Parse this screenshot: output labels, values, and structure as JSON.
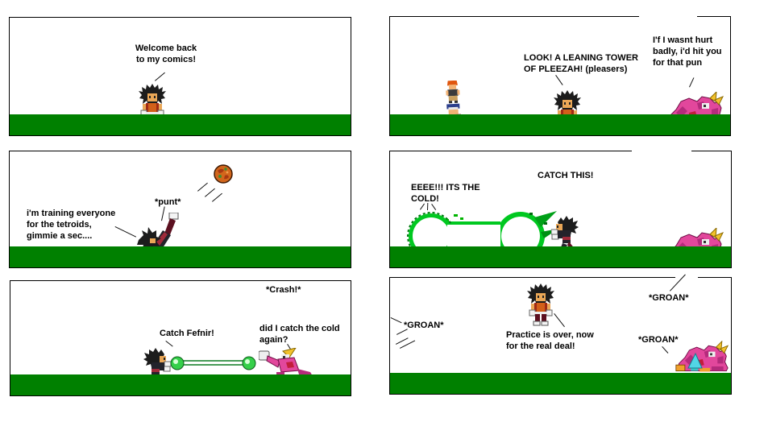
{
  "page": {
    "background": "#ffffff"
  },
  "colors": {
    "ground_green": "#008000",
    "panel_border": "#000000",
    "beam_green": "#00c820",
    "beam_green_dark": "#00a018",
    "blast_green": "#35cf4a",
    "fefnir_pink": "#e2479c",
    "fefnir_dark": "#6d0e45",
    "horn_yellow": "#f2c12c",
    "hero_shirt_orange": "#d2601a",
    "hero_pants_maroon": "#5c1020",
    "hair_black": "#1c1c1c",
    "ball_orange": "#d2661c",
    "cyan_accent": "#52d6e6",
    "text_color": "#000000"
  },
  "panel1": {
    "speech_welcome": "Welcome back\nto my comics!"
  },
  "panel2": {
    "speech_tower": "LOOK! A LEANING TOWER\nOF PLEEZAH! (pleasers)",
    "speech_pun_reply": "I'f I wasnt hurt\nbadly, i'd hit you\nfor that pun"
  },
  "panel3": {
    "speech_training": "i'm training everyone\nfor the tetroids,\ngimmie a sec....",
    "sfx_punt": "*punt*"
  },
  "panel4": {
    "speech_catch_this": "CATCH THIS!",
    "speech_cold": "EEEE!!! ITS THE\nCOLD!"
  },
  "panel5": {
    "sfx_crash": "*Crash!*",
    "speech_catch_fefnir": "Catch Fefnir!",
    "speech_cold_again": "did I catch the cold\nagain?"
  },
  "panel6": {
    "sfx_groan_left": "*GROAN*",
    "sfx_groan_top": "*GROAN*",
    "sfx_groan_mid": "*GROAN*",
    "speech_practice": "Practice is over, now\nfor the real deal!"
  }
}
